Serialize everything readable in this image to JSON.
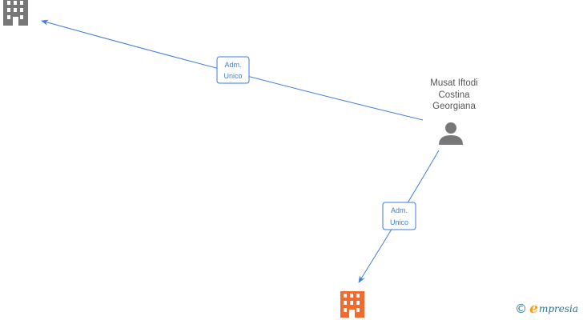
{
  "nodes": {
    "company_top": {
      "icon": "building-icon",
      "color": "#777777"
    },
    "company_bottom": {
      "icon": "building-icon",
      "color": "#f26a2e"
    },
    "person": {
      "icon": "person-icon",
      "color": "#777777",
      "name_lines": [
        "Musat Iftodi",
        "Costina",
        "Georgiana"
      ]
    }
  },
  "edges": [
    {
      "label_line1": "Adm.",
      "label_line2": "Unico"
    },
    {
      "label_line1": "Adm.",
      "label_line2": "Unico"
    }
  ],
  "colors": {
    "edge": "#3b7dd8",
    "accent": "#f26a2e"
  },
  "watermark": {
    "copyright_symbol": "©",
    "brand_initial": "e",
    "brand_rest": "mpresia"
  }
}
